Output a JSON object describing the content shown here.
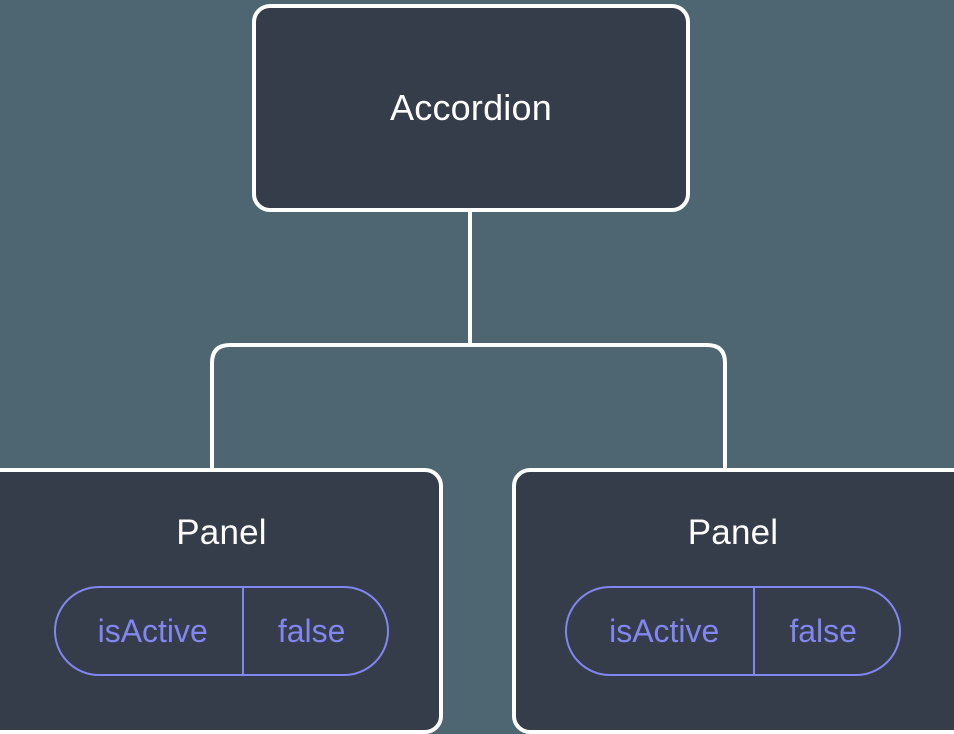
{
  "canvas": {
    "background_color": "#4d6671",
    "node_fill_color": "#353c4a",
    "node_border_color": "#ffffff",
    "connector_color": "#ffffff",
    "state_accent_color": "#8286f0"
  },
  "tree": {
    "root": {
      "label": "Accordion"
    },
    "children": [
      {
        "label": "Panel",
        "state": {
          "key": "isActive",
          "value": "false"
        }
      },
      {
        "label": "Panel",
        "state": {
          "key": "isActive",
          "value": "false"
        }
      }
    ]
  }
}
